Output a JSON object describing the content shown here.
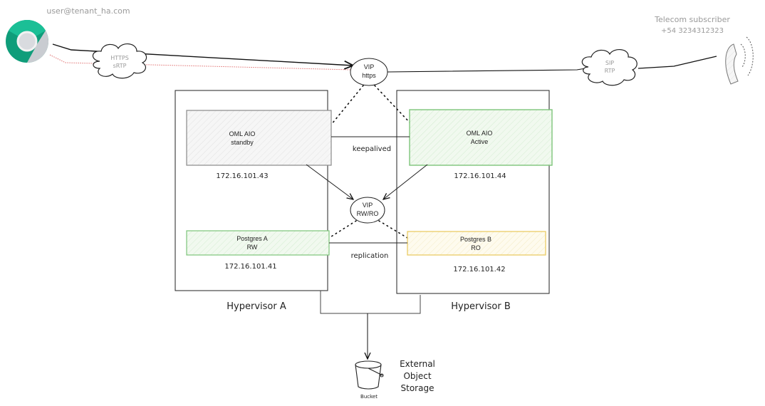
{
  "client": {
    "label": "user@tenant_ha.com",
    "icon": "chrome-browser-icon"
  },
  "subscriber": {
    "title": "Telecom subscriber",
    "number": "+54 3234312323",
    "icon": "telephone-handset-icon"
  },
  "clouds": {
    "web": {
      "line1": "HTTPS",
      "line2": "sRTP"
    },
    "sip": {
      "line1": "SIP",
      "line2": "RTP"
    }
  },
  "vip_https": {
    "line1": "VIP",
    "line2": "https"
  },
  "vip_db": {
    "line1": "VIP",
    "line2": "RW/RO"
  },
  "hypervisor_a": {
    "label": "Hypervisor A",
    "oml": {
      "line1": "OML AIO",
      "line2": "standby",
      "ip": "172.16.101.43"
    },
    "postgres": {
      "line1": "Postgres A",
      "line2": "RW",
      "ip": "172.16.101.41"
    }
  },
  "hypervisor_b": {
    "label": "Hypervisor B",
    "oml": {
      "line1": "OML AIO",
      "line2": "Active",
      "ip": "172.16.101.44"
    },
    "postgres": {
      "line1": "Postgres B",
      "line2": "RO",
      "ip": "172.16.101.42"
    }
  },
  "links": {
    "keepalived": "keepalived",
    "replication": "replication"
  },
  "storage": {
    "icon_label": "Bucket",
    "line1": "External",
    "line2": "Object",
    "line3": "Storage"
  },
  "colors": {
    "active_green": "#7dc47a",
    "standby_grey": "#9a9a9a",
    "readonly_yellow": "#e8c95a",
    "srtp_red": "#e07070"
  }
}
